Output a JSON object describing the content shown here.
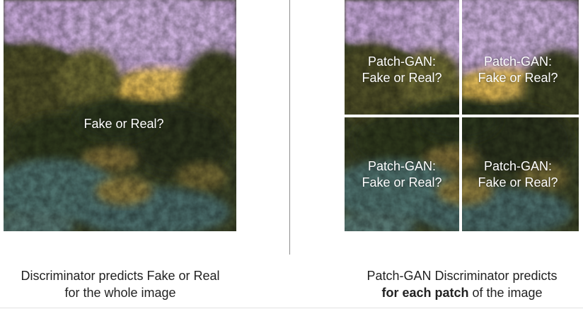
{
  "whole_image": {
    "question": "Fake or Real?"
  },
  "patches": [
    {
      "title": "Patch-GAN:",
      "question": "Fake or Real?"
    },
    {
      "title": "Patch-GAN:",
      "question": "Fake or Real?"
    },
    {
      "title": "Patch-GAN:",
      "question": "Fake or Real?"
    },
    {
      "title": "Patch-GAN:",
      "question": "Fake or Real?"
    }
  ],
  "captions": {
    "left_line1": "Discriminator predicts Fake or Real",
    "left_line2": "for the whole image",
    "right_line1": "Patch-GAN Discriminator predicts",
    "right_line2_bold": "for each patch",
    "right_line2_rest": " of the image"
  },
  "colors": {
    "sky": "#c4a6d6",
    "sun": "#e3c060",
    "foliage_dark": "#2b331d",
    "foliage_mid": "#6d6f33",
    "teal_ground": "#4e6f6c",
    "caption_text": "#222222",
    "divider": "#8e8e8e"
  }
}
